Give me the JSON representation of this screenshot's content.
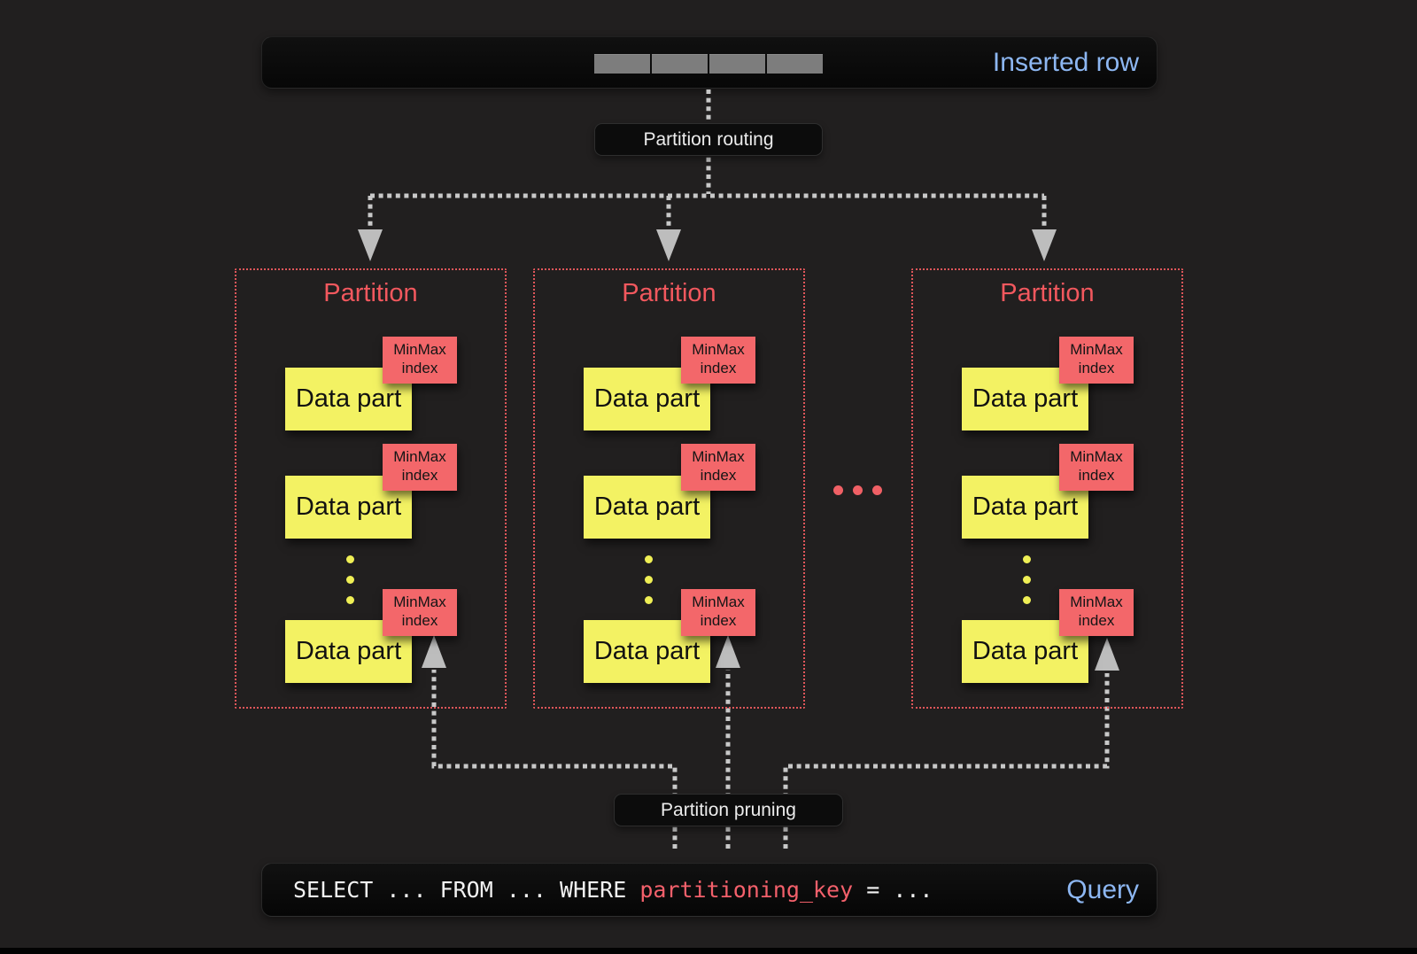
{
  "header": {
    "inserted_row_label": "Inserted row",
    "segment_count": 4
  },
  "labels": {
    "routing": "Partition routing",
    "pruning": "Partition pruning"
  },
  "partitions": [
    {
      "title": "Partition",
      "parts": [
        {
          "label": "Data part",
          "index_label": "MinMax index"
        },
        {
          "label": "Data part",
          "index_label": "MinMax index"
        },
        {
          "label": "Data part",
          "index_label": "MinMax index"
        }
      ]
    },
    {
      "title": "Partition",
      "parts": [
        {
          "label": "Data part",
          "index_label": "MinMax index"
        },
        {
          "label": "Data part",
          "index_label": "MinMax index"
        },
        {
          "label": "Data part",
          "index_label": "MinMax index"
        }
      ]
    },
    {
      "title": "Partition",
      "parts": [
        {
          "label": "Data part",
          "index_label": "MinMax index"
        },
        {
          "label": "Data part",
          "index_label": "MinMax index"
        },
        {
          "label": "Data part",
          "index_label": "MinMax index"
        }
      ]
    }
  ],
  "query": {
    "code_before": "SELECT ... FROM ... WHERE ",
    "code_key": "partitioning_key",
    "code_after": " = ...",
    "tag": "Query"
  },
  "colors": {
    "background": "#211f1f",
    "bar_background": "#0a0a0a",
    "accent_blue": "#8db7f2",
    "accent_red": "#f3676a",
    "partition_border_red": "#e0565a",
    "data_part_yellow": "#f3f263",
    "query_key_red": "#f3606b",
    "connector_gray": "#c8c8c8",
    "segment_gray": "#7d7d7d"
  }
}
